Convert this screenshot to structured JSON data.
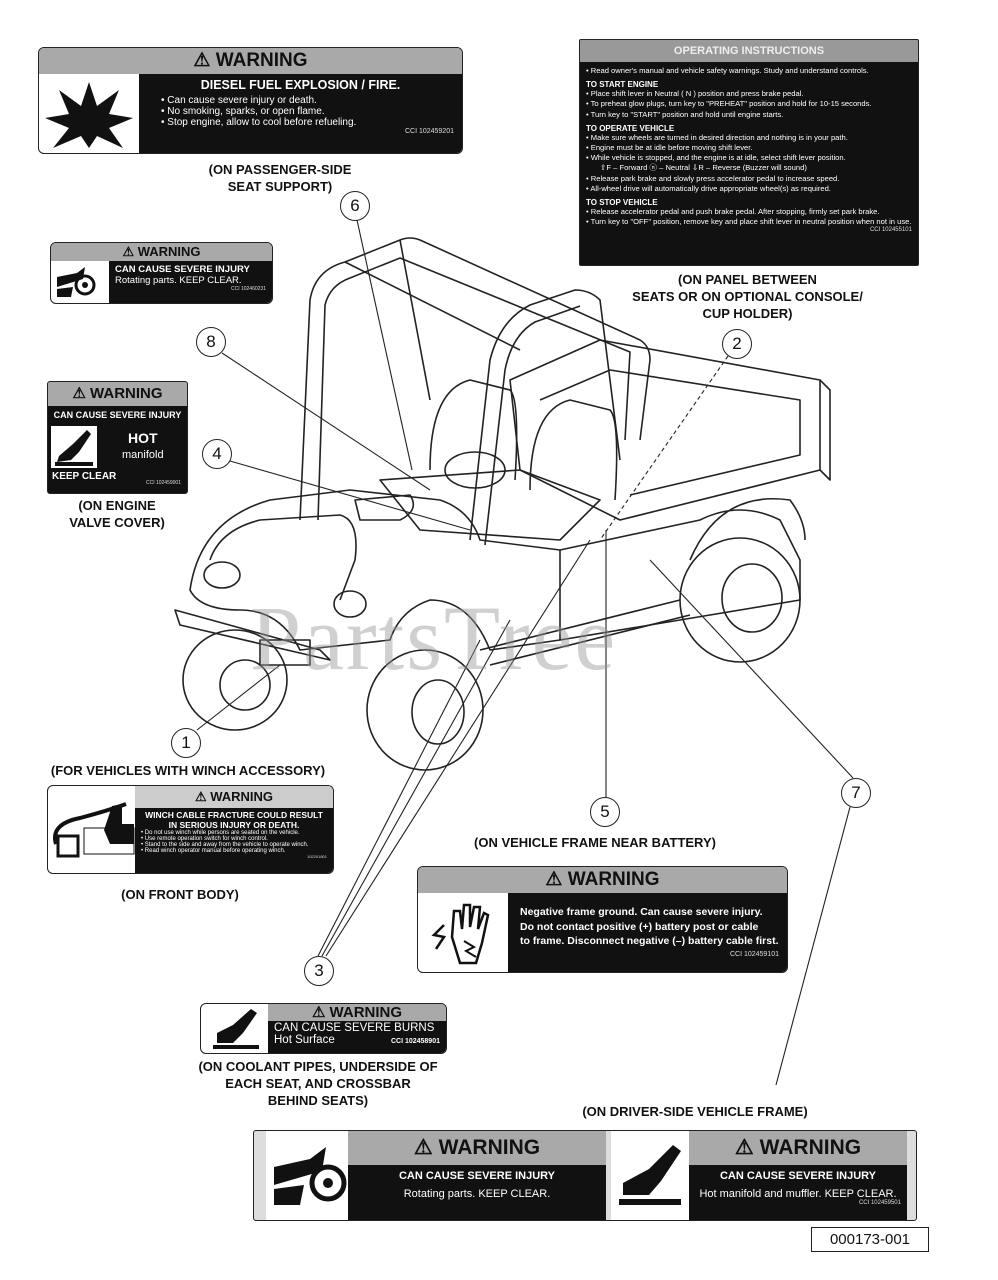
{
  "watermark": "PartsTree",
  "decal_diesel": {
    "header": "⚠ WARNING",
    "title": "DIESEL FUEL EXPLOSION / FIRE.",
    "bullets": [
      "• Can cause severe injury or death.",
      "• No smoking, sparks, or open flame.",
      "• Stop engine, allow to cool before refueling."
    ],
    "code": "CCI 102459201",
    "icon": "explosion-icon",
    "caption": "(ON PASSENGER-SIDE\nSEAT SUPPORT)"
  },
  "decal_operating": {
    "header": "OPERATING INSTRUCTIONS",
    "intro": "• Read owner's manual and vehicle safety warnings. Study and understand controls.",
    "sections": [
      {
        "title": "TO START ENGINE",
        "lines": [
          "• Place shift lever in Neutral ( N ) position and press brake pedal.",
          "• To preheat glow plugs, turn key to \"PREHEAT\" position and hold for 10-15 seconds.",
          "• Turn key to \"START\" position and hold until engine starts."
        ]
      },
      {
        "title": "TO OPERATE VEHICLE",
        "lines": [
          "• Make sure wheels are turned in desired direction and nothing is in your path.",
          "• Engine must be at idle before moving shift lever.",
          "• While vehicle is stopped, and the engine is at idle, select shift lever position.",
          "⇧F – Forward     ⓝ – Neutral     ⇩R – Reverse (Buzzer will sound)",
          "• Release park brake and slowly press accelerator pedal to increase speed.",
          "• All-wheel drive will automatically drive appropriate wheel(s) as required."
        ]
      },
      {
        "title": "TO STOP VEHICLE",
        "lines": [
          "• Release accelerator pedal and push brake pedal. After stopping, firmly set park brake.",
          "• Turn key to \"OFF\" position, remove key and place shift lever in neutral position when not in use."
        ]
      }
    ],
    "code": "CCI 102455101",
    "caption": "(ON PANEL BETWEEN\nSEATS OR ON OPTIONAL CONSOLE/\nCUP HOLDER)"
  },
  "decal_rotating_small": {
    "header": "⚠ WARNING",
    "line1": "CAN CAUSE SEVERE INJURY",
    "line2": "Rotating parts. KEEP CLEAR.",
    "code": "CCI 102460231",
    "icon": "rotating-parts-icon"
  },
  "decal_manifold": {
    "header": "⚠ WARNING",
    "line1": "CAN CAUSE SEVERE INJURY",
    "hot": "HOT",
    "manifold": "manifold",
    "keep": "KEEP CLEAR",
    "code": "CCI 102459001",
    "icon": "hot-surface-hand-icon",
    "caption": "(ON ENGINE\nVALVE COVER)"
  },
  "decal_winch": {
    "caption_top": "(FOR VEHICLES WITH WINCH ACCESSORY)",
    "header": "⚠ WARNING",
    "title": "WINCH CABLE FRACTURE COULD RESULT\nIN SERIOUS INJURY OR DEATH.",
    "bullets": [
      "• Do not use winch while persons are seated on the vehicle.",
      "• Use remote operation switch for winch control.",
      "• Stand to the side and away from the vehicle to operate winch.",
      "• Read winch operator manual before operating winch."
    ],
    "code": "102201801",
    "icon": "winch-cable-icon",
    "caption": "(ON FRONT BODY)"
  },
  "decal_battery": {
    "caption": "(ON VEHICLE FRAME NEAR BATTERY)",
    "header": "⚠ WARNING",
    "text": "Negative frame ground.  Can cause severe injury.\nDo not contact positive (+) battery post or cable\nto frame. Disconnect negative (–) battery cable first.",
    "code": "CCI 102459101",
    "icon": "electric-shock-hand-icon"
  },
  "decal_burns": {
    "header": "⚠ WARNING",
    "line1": "CAN CAUSE SEVERE BURNS",
    "line2": "Hot Surface",
    "code": "CCI 102458901",
    "icon": "hot-surface-hand-icon",
    "caption": "(ON COOLANT PIPES, UNDERSIDE OF\nEACH SEAT, AND CROSSBAR\nBEHIND SEATS)"
  },
  "decal_driver": {
    "caption": "(ON DRIVER-SIDE VEHICLE FRAME)",
    "left": {
      "header": "⚠ WARNING",
      "line1": "CAN CAUSE SEVERE INJURY",
      "line2": "Rotating parts. KEEP CLEAR."
    },
    "right": {
      "header": "⚠ WARNING",
      "line1": "CAN CAUSE SEVERE INJURY",
      "line2": "Hot manifold and muffler. KEEP CLEAR.",
      "code": "CCI 102459501"
    }
  },
  "callouts": [
    "1",
    "2",
    "3",
    "4",
    "5",
    "6",
    "7",
    "8"
  ],
  "part_number": "000173-001"
}
